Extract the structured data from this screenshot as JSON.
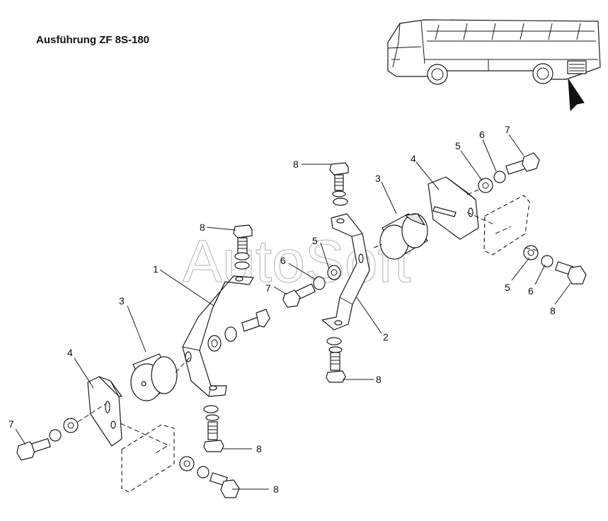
{
  "title": "Ausführung ZF 8S-180",
  "watermark": "AutoSoft",
  "callouts": {
    "c1": "1",
    "c2": "2",
    "c3a": "3",
    "c3b": "3",
    "c4a": "4",
    "c4b": "4",
    "c5a": "5",
    "c5b": "5",
    "c5c": "5",
    "c6a": "6",
    "c6b": "6",
    "c6c": "6",
    "c7a": "7",
    "c7b": "7",
    "c7c": "7",
    "c8a": "8",
    "c8b": "8",
    "c8c": "8",
    "c8d": "8",
    "c8e": "8",
    "c8f": "8"
  }
}
